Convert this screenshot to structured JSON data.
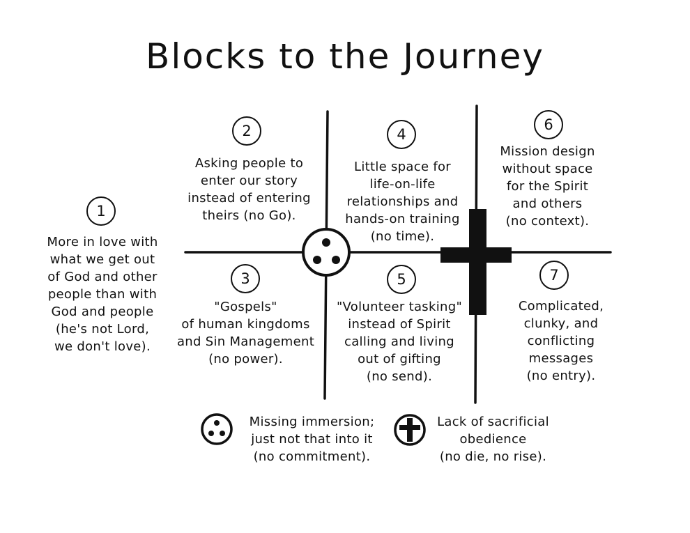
{
  "title": "Blocks to the Journey",
  "blocks": [
    {
      "number": "1",
      "text": "More in love with\nwhat we get out\nof God and other\npeople than with\nGod and people\n(he's not Lord,\nwe don't love)."
    },
    {
      "number": "2",
      "text": "Asking people to\nenter our story\ninstead of entering\ntheirs (no Go)."
    },
    {
      "number": "3",
      "text": "\"Gospels\"\nof human kingdoms\nand Sin Management\n(no power)."
    },
    {
      "number": "4",
      "text": "Little space for\nlife-on-life\nrelationships and\nhands-on training\n(no time)."
    },
    {
      "number": "5",
      "text": "\"Volunteer tasking\"\ninstead of Spirit\ncalling and living\nout of gifting\n(no send)."
    },
    {
      "number": "6",
      "text": "Mission design\nwithout space\nfor the Spirit\nand others\n(no context)."
    },
    {
      "number": "7",
      "text": "Complicated,\nclunky, and\nconflicting\nmessages\n(no entry)."
    }
  ],
  "legend": [
    {
      "icon": "three-dots-circle-icon",
      "text": "Missing immersion;\njust not that into it\n(no commitment)."
    },
    {
      "icon": "cross-circle-icon",
      "text": "Lack of sacrificial\nobedience\n(no die, no rise)."
    }
  ]
}
